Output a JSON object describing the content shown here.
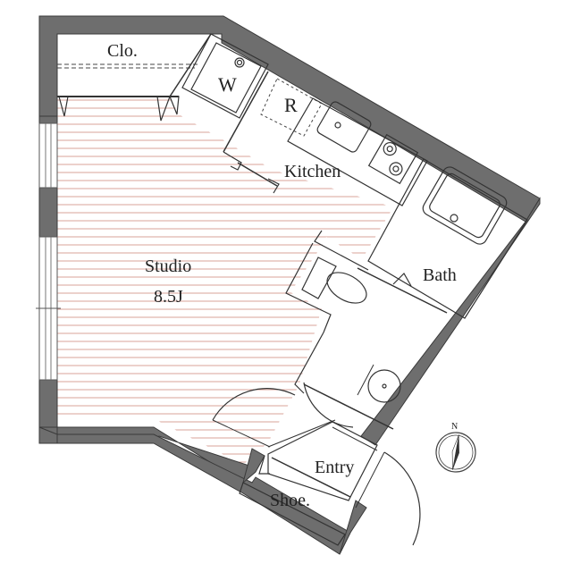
{
  "rooms": {
    "closet": "Clo.",
    "washer": "W",
    "fridge": "R",
    "kitchen": "Kitchen",
    "bath": "Bath",
    "studio_name": "Studio",
    "studio_size": "8.5J",
    "entry": "Entry",
    "shoe": "Shoe."
  },
  "compass": {
    "north": "N"
  },
  "colors": {
    "wall": "#6e6e6e",
    "floor_stripe": "#d9a39a",
    "line": "#333333"
  }
}
